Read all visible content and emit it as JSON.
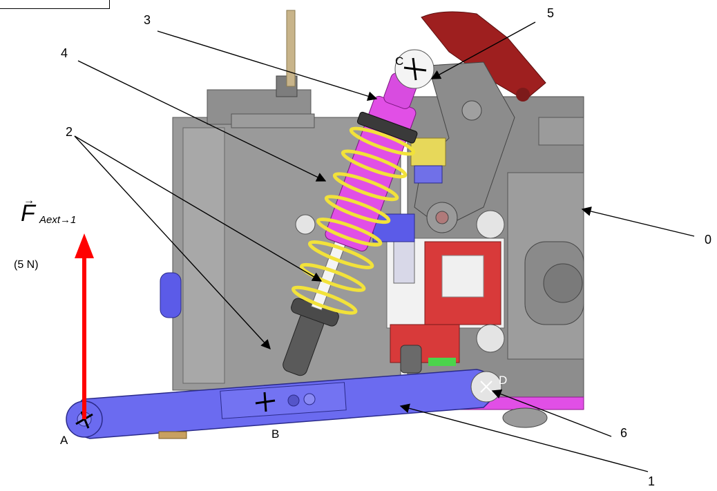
{
  "callouts": {
    "c0": "0",
    "c1": "1",
    "c2": "2",
    "c3": "3",
    "c4": "4",
    "c5": "5",
    "c6": "6"
  },
  "points": {
    "A": "A",
    "B": "B",
    "C": "C",
    "D": "D"
  },
  "force": {
    "symbol": "F",
    "vector_mark": "→",
    "subscript": "Aext→1",
    "magnitude": "(5 N)",
    "arrow_color": "#ff0000"
  },
  "colors": {
    "arm": "#6b6bf0",
    "shock_body": "#e14fe6",
    "spring": "#f2e23a",
    "chassis": "#8d8d8d",
    "red_part": "#a21f1f"
  }
}
